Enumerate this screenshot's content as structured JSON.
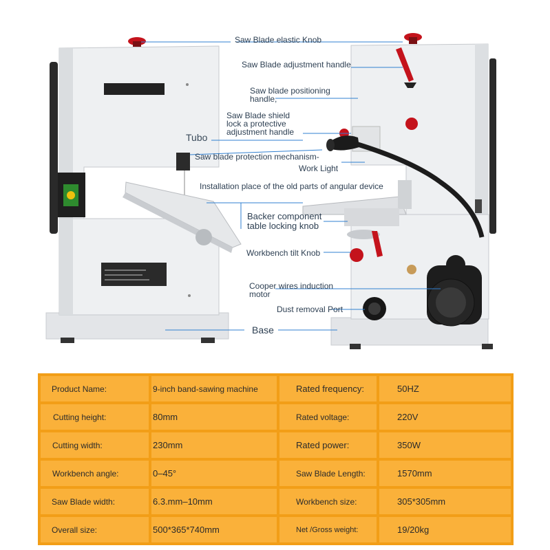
{
  "callouts": {
    "elastic_knob": "Saw Blade elastic Knob",
    "adjustment_handle": "Saw Blade adjustment handle",
    "positioning_handle": [
      "Saw blade positioning",
      "handle,"
    ],
    "shield_lock": [
      "Saw Blade shield",
      "lock a protective",
      "adjustment handle"
    ],
    "tubo": "Tubo",
    "protection_mechanism": "Saw blade protection mechanism-",
    "work_light": "Work Light",
    "angular_device": "Installation place of the old parts of angular device",
    "backer_knob": [
      "Backer component",
      "table locking knob"
    ],
    "tilt_knob": "Workbench tilt Knob",
    "motor": [
      "Cooper wires induction",
      "motor"
    ],
    "dust_port": "Dust removal Port",
    "base": "Base"
  },
  "specs": [
    {
      "label": "Product Name:",
      "value": "9-inch band-sawing machine",
      "label2": "Rated frequency:",
      "value2": "50HZ"
    },
    {
      "label": "Cutting height:",
      "value": "80mm",
      "label2": "Rated voltage:",
      "value2": "220V"
    },
    {
      "label": "Cutting width:",
      "value": "230mm",
      "label2": "Rated power:",
      "value2": "350W"
    },
    {
      "label": "Workbench angle:",
      "value": "0–45°",
      "label2": "Saw Blade Length:",
      "value2": "1570mm"
    },
    {
      "label": "Saw Blade width:",
      "value": "6.3.mm–10mm",
      "label2": "Workbench size:",
      "value2": "305*305mm"
    },
    {
      "label": "Overall size:",
      "value": "500*365*740mm",
      "label2": "Net /Gross weight:",
      "value2": "19/20kg"
    }
  ],
  "colors": {
    "table_border": "#f29e17",
    "table_cell": "#fab13a",
    "callout_line": "#2f7fd0",
    "knob_red": "#c4131c",
    "machine_body": "#eceef0"
  }
}
